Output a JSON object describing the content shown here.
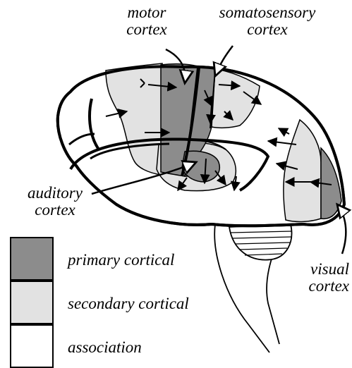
{
  "labels": {
    "motor": [
      "motor",
      "cortex"
    ],
    "somatosensory": [
      "somatosensory",
      "cortex"
    ],
    "auditory": [
      "auditory",
      "cortex"
    ],
    "visual": [
      "visual",
      "cortex"
    ]
  },
  "legend": [
    {
      "label": "primary cortical",
      "color": "#8c8c8c"
    },
    {
      "label": "secondary cortical",
      "color": "#e2e2e2"
    },
    {
      "label": "association",
      "color": "#ffffff"
    }
  ],
  "colors": {
    "primary": "#8c8c8c",
    "secondary": "#e2e2e2",
    "outline": "#000000"
  }
}
